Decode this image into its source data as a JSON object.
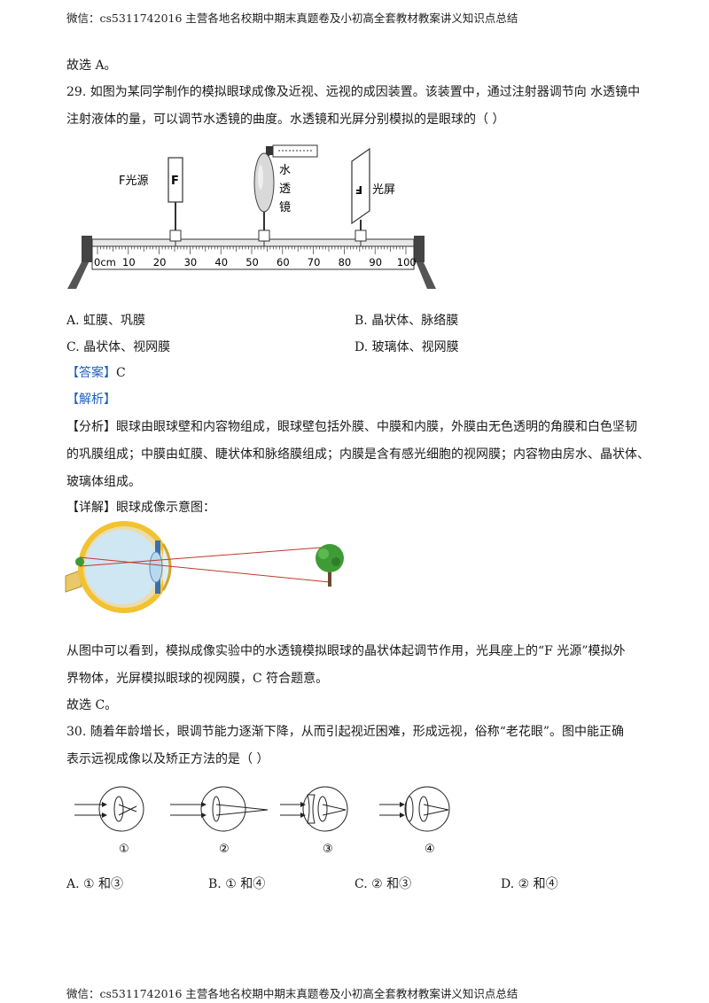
{
  "header": {
    "text": "微信：cs5311742016  主营各地名校期中期末真题卷及小初高全套教材教案讲义知识点总结"
  },
  "footer": {
    "text": "微信：cs5311742016  主营各地名校期中期末真题卷及小初高全套教材教案讲义知识点总结"
  },
  "prev_answer": "故选 A。",
  "q29": {
    "stem_line1": "29.  如图为某同学制作的模拟眼球成像及近视、远视的成因装置。该装置中，通过注射器调节向  水透镜中",
    "stem_line2": "注射液体的量，可以调节水透镜的曲度。水透镜和光屏分别模拟的是眼球的（        ）",
    "figure": {
      "light_source_label": "F光源",
      "light_source_letter": "F",
      "lens_label_chars": [
        "水",
        "透",
        "镜"
      ],
      "screen_label": "光屏",
      "screen_letter": "F",
      "ruler_labels": [
        "0cm",
        "10",
        "20",
        "30",
        "40",
        "50",
        "60",
        "70",
        "80",
        "90",
        "100"
      ]
    },
    "options": {
      "A": "A.  虹膜、巩膜",
      "B": "B.  晶状体、脉络膜",
      "C": "C.  晶状体、视网膜",
      "D": "D.  玻璃体、视网膜"
    },
    "answer_tag": "【答案】",
    "answer_value": "C",
    "analysis_tag": "【解析】",
    "fenxi_tag": "【分析】",
    "fenxi_line1": "眼球由眼球壁和内容物组成，眼球壁包括外膜、中膜和内膜，外膜由无色透明的角膜和白色坚韧",
    "fenxi_line2": "的巩膜组成；中膜由虹膜、睫状体和脉络膜组成；内膜是含有感光细胞的视网膜；内容物由房水、晶状体、",
    "fenxi_line3": "玻璃体组成。",
    "detail_tag": "【详解】",
    "detail_text": "眼球成像示意图：",
    "conclusion_line1": "从图中可以看到，模拟成像实验中的水透镜模拟眼球的晶状体起调节作用，光具座上的“F 光源”模拟外",
    "conclusion_line2": "界物体，光屏模拟眼球的视网膜，C 符合题意。",
    "final_answer": "故选 C。"
  },
  "q30": {
    "stem_line1": "30.  随着年龄增长，眼调节能力逐渐下降，从而引起视近困难，形成远视，俗称“老花眼”。图中能正确",
    "stem_line2": "表示远视成像以及矫正方法的是（        ）",
    "diagram_labels": [
      "①",
      "②",
      "③",
      "④"
    ],
    "options": {
      "A": "A.  ① 和③",
      "B": "B.  ① 和④",
      "C": "C.  ② 和③",
      "D": "D.  ② 和④"
    }
  },
  "colors": {
    "accent_blue": "#1f5fbf",
    "light_ray": "#c0392b",
    "eye_outer": "#f2c230"
  }
}
